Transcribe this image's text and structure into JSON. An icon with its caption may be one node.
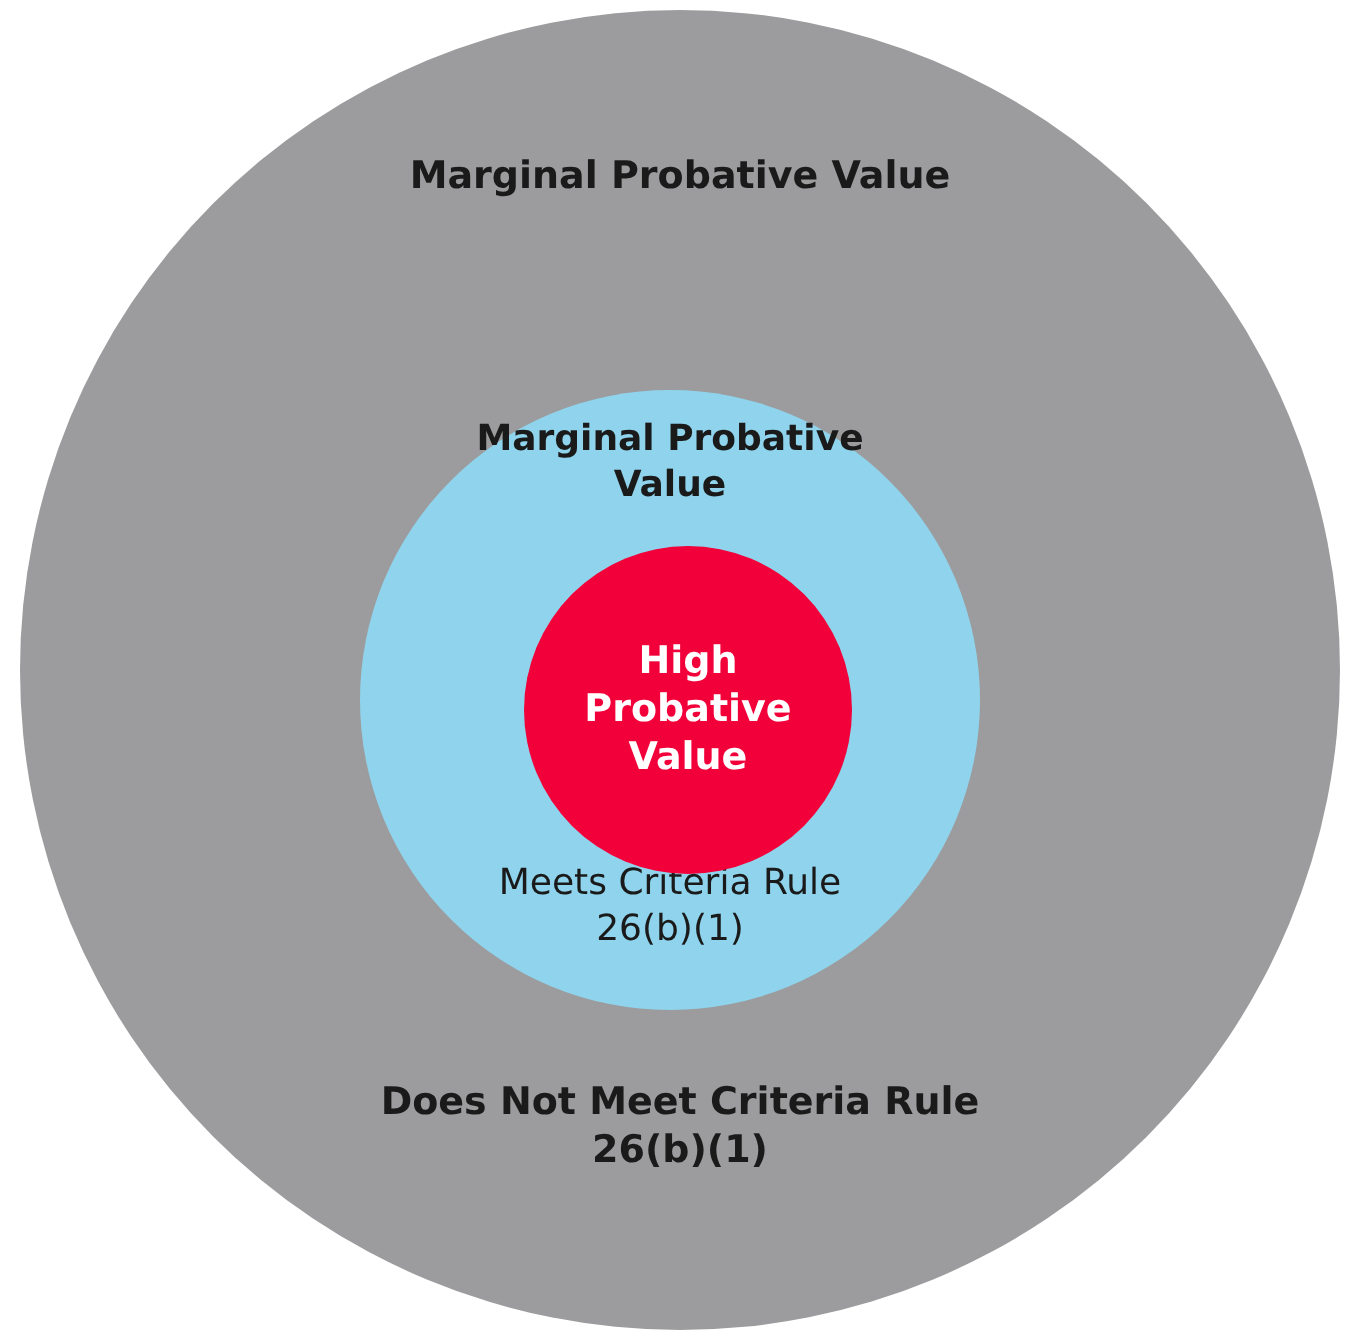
{
  "diagram": {
    "nodes": [
      {
        "text": [
          "Marginal Probative Value",
          "Does Not Meet Criteria Rule 26(b)(1)"
        ]
      },
      {
        "text": [
          "Marginal Probative Value",
          "Meets Criteria Rule 26(b)(1)"
        ],
        "in": 0
      },
      {
        "text": [
          "High Probative Value"
        ],
        "in": 1
      }
    ]
  }
}
